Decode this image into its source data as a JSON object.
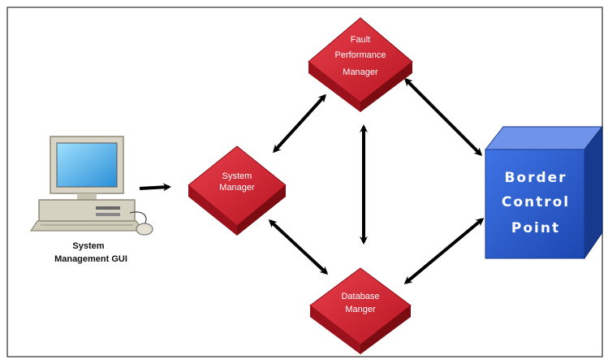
{
  "diagram": {
    "gui": {
      "label_line1": "System",
      "label_line2": "Management GUI"
    },
    "system_manager": {
      "label_line1": "System",
      "label_line2": "Manager"
    },
    "fault_manager": {
      "label_line1": "Fault",
      "label_line2": "Performance",
      "label_line3": "Manager"
    },
    "database_manager": {
      "label_line1": "Database",
      "label_line2": "Manger"
    },
    "border_control_point": {
      "label_line1": "Border",
      "label_line2": "Control",
      "label_line3": "Point"
    },
    "colors": {
      "node_red": "#cc1f2c",
      "node_red_dark": "#7a0c12",
      "cube_blue": "#2d5fd1",
      "cube_blue_light": "#6f93e8",
      "cube_blue_dark": "#173a8e",
      "arrow": "#000000",
      "frame": "#555555"
    }
  }
}
